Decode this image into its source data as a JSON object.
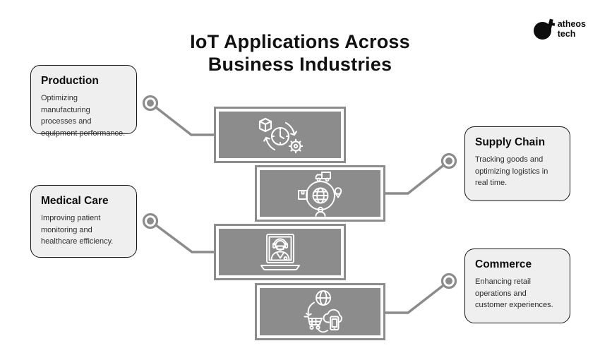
{
  "title": {
    "line1": "IoT Applications Across",
    "line2": "Business Industries"
  },
  "logo": {
    "name": "atheos tech",
    "line1": "atheos",
    "line2": "tech"
  },
  "cards": [
    {
      "id": "production",
      "title": "Production",
      "description": "Optimizing manufacturing processes and equipment performance."
    },
    {
      "id": "supply-chain",
      "title": "Supply Chain",
      "description": "Tracking goods and optimizing logistics in real time."
    },
    {
      "id": "medical-care",
      "title": "Medical Care",
      "description": "Improving patient monitoring and healthcare efficiency."
    },
    {
      "id": "commerce",
      "title": "Commerce",
      "description": "Enhancing retail operations and customer experiences."
    }
  ],
  "icons": [
    "production-cycle-icon",
    "supply-chain-globe-icon",
    "telemedicine-laptop-icon",
    "ecommerce-cloud-cart-icon"
  ],
  "colors": {
    "box_gray": "#8c8c8c",
    "card_bg": "#efefef",
    "connector": "#8c8c8c",
    "title": "#111111",
    "icon_stroke": "#ffffff"
  }
}
